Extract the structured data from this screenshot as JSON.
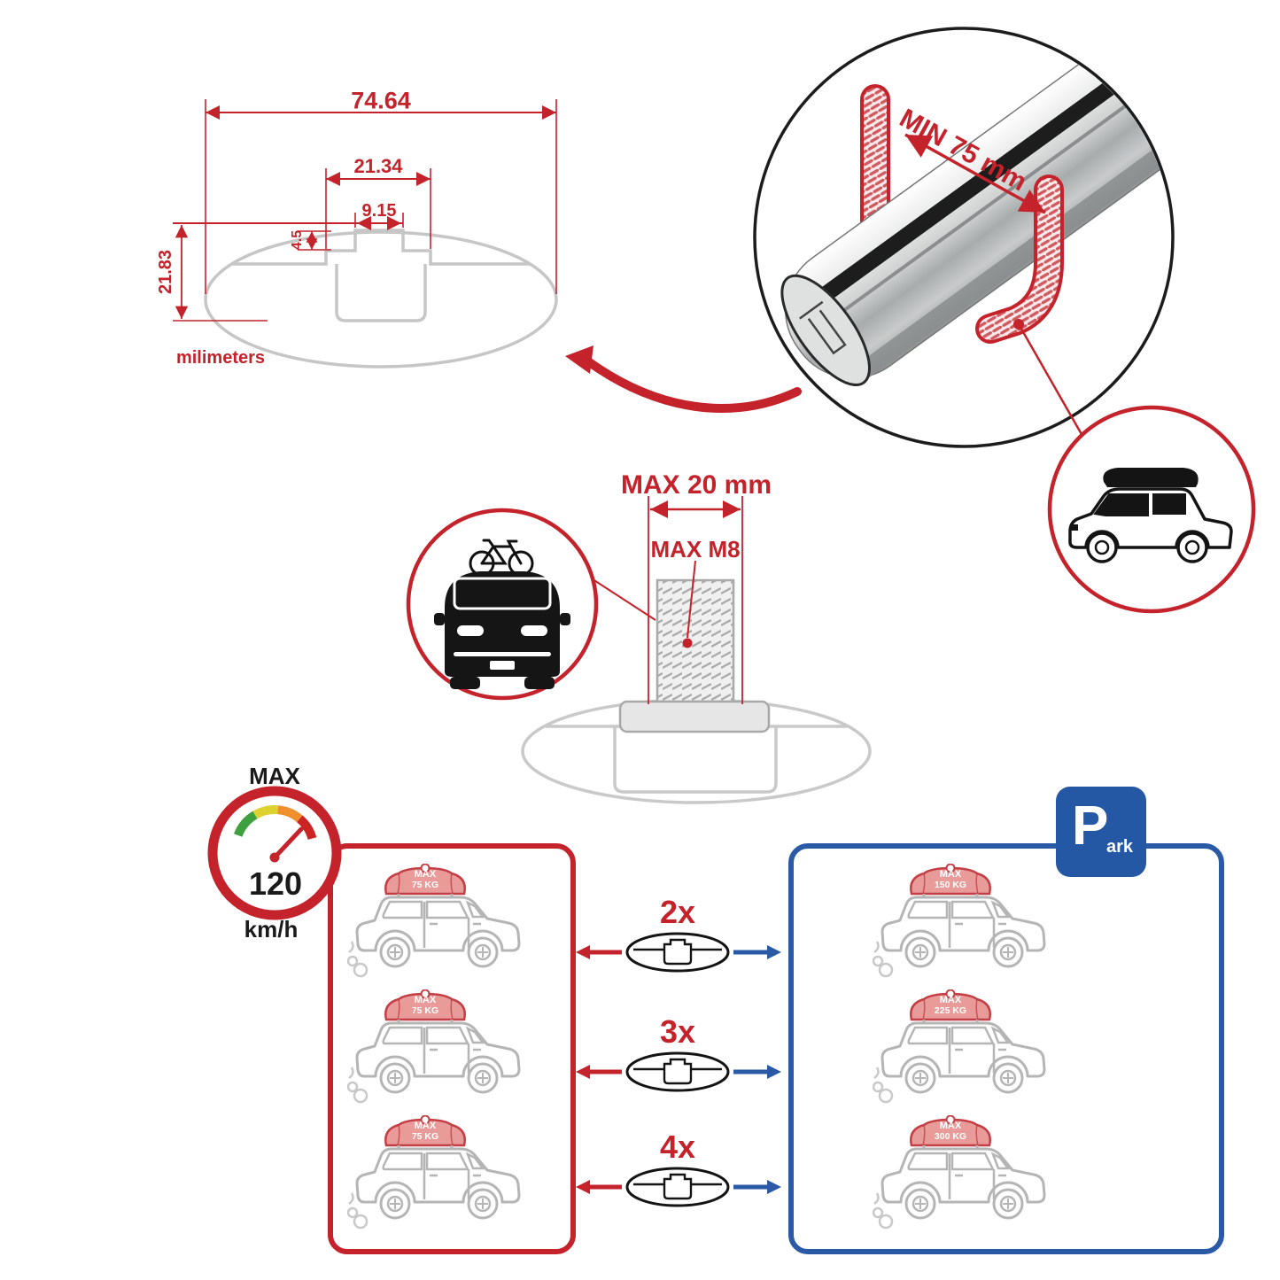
{
  "colors": {
    "red": "#c4232b",
    "blue": "#2a5aa5",
    "light_gray": "#c6c6c6",
    "dark": "#1a1a1a",
    "cargo_pink": "#e89b99"
  },
  "cross_section": {
    "width": "74.64",
    "platform_width": "21.34",
    "slot_width": "9.15",
    "lip_height": "4.5",
    "profile_height": "21.83",
    "unit_label": "milimeters"
  },
  "clamp": {
    "min_span_label": "MIN 75 mm"
  },
  "bolt": {
    "max_length_label": "MAX 20 mm",
    "max_thread_label": "MAX M8"
  },
  "speed_limit": {
    "title": "MAX",
    "value": "120",
    "unit": "km/h"
  },
  "multipliers": [
    {
      "count": "2x"
    },
    {
      "count": "3x"
    },
    {
      "count": "4x"
    }
  ],
  "driving_loads": [
    {
      "label": "MAX",
      "weight": "75 KG"
    },
    {
      "label": "MAX",
      "weight": "75 KG"
    },
    {
      "label": "MAX",
      "weight": "75 KG"
    }
  ],
  "parked_loads": [
    {
      "label": "MAX",
      "weight": "150 KG"
    },
    {
      "label": "MAX",
      "weight": "225 KG"
    },
    {
      "label": "MAX",
      "weight": "300 KG"
    }
  ],
  "parking_sign": {
    "letter": "P",
    "suffix": "ark"
  }
}
